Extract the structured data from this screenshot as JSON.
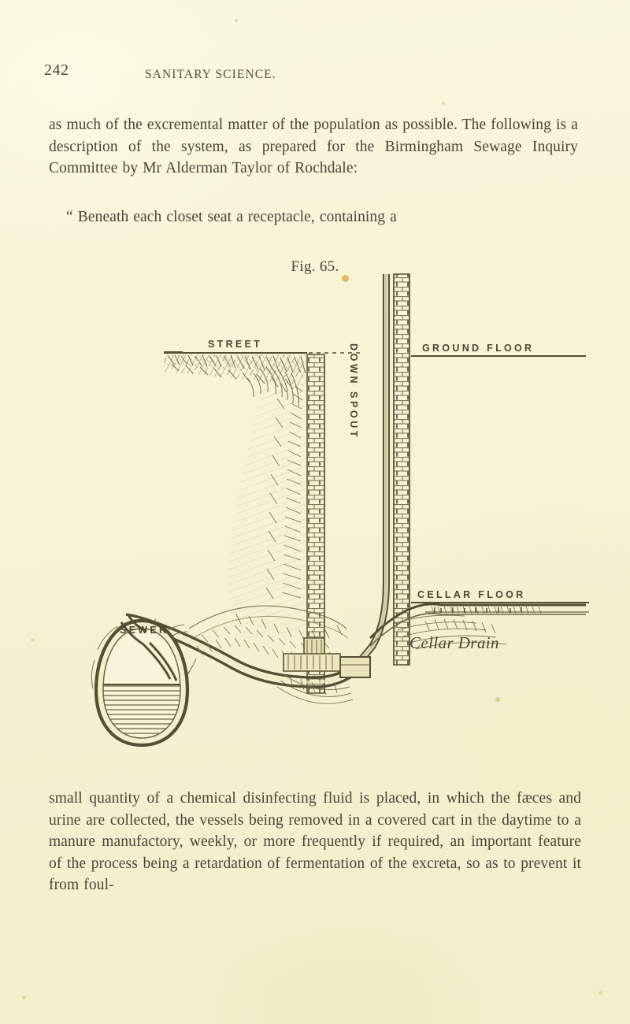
{
  "page": {
    "folio": "242",
    "running_head": "SANITARY SCIENCE.",
    "background_color": "#f7f3d6",
    "ink_color": "#4a4436"
  },
  "body": {
    "paragraph_top": "as much of the excremental matter of the population as possible. The following is a description of the system, as prepared for the Birmingham Sewage Inquiry Committee by Mr Alderman Taylor of Rochdale:",
    "paragraph_quote": "“ Beneath each closet seat a receptacle, containing a",
    "paragraph_bottom": "small quantity of a chemical disinfecting fluid is placed, in which the fæces and urine are collected, the vessels being removed in a covered cart in the daytime to a manure manufactory, weekly, or more frequently if required, an important feature of the process being a retardation of fermentation of the excreta, so as to prevent it from foul-"
  },
  "figure": {
    "caption": "Fig. 65.",
    "labels": {
      "street": "STREET",
      "ground_floor": "GROUND FLOOR",
      "down_spout": "DOWN SPOUT",
      "cellar_floor": "CELLAR FLOOR",
      "sewer": "SEWER",
      "cellar_drain": "Cellar Drain"
    },
    "ink_color": "#5c5538"
  }
}
